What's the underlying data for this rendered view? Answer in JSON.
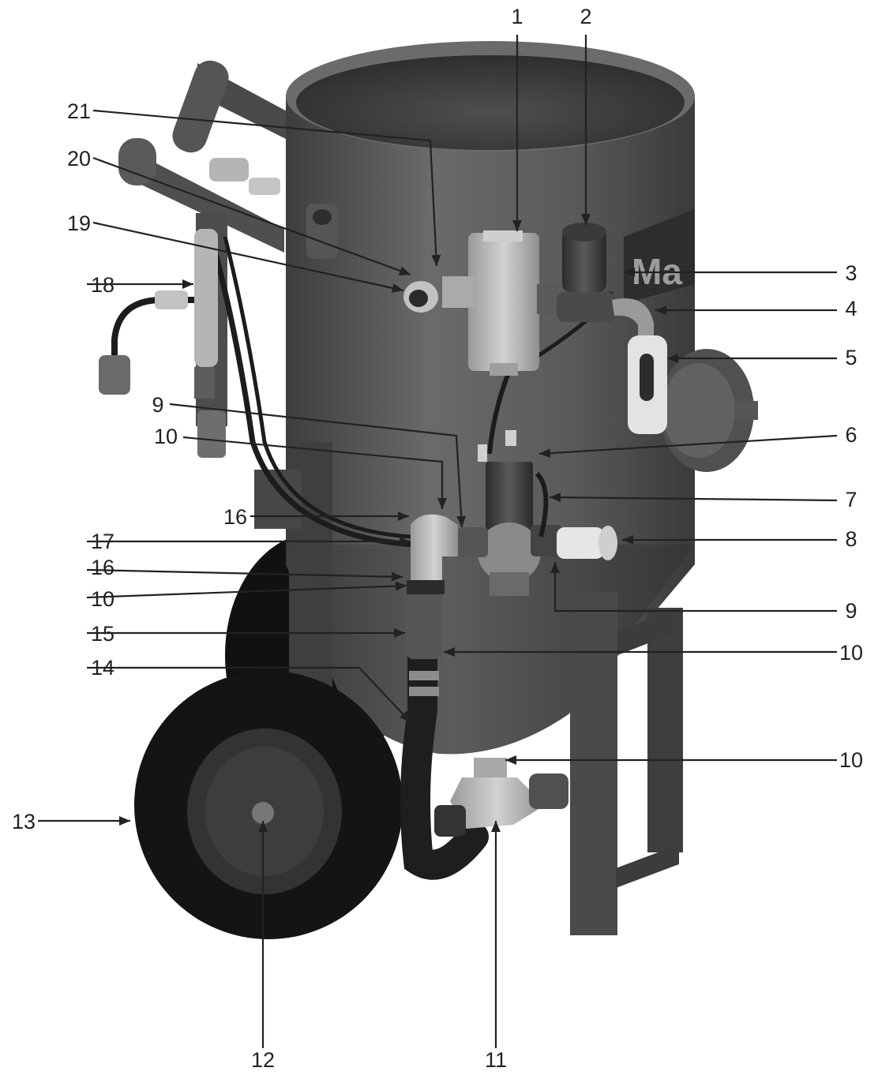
{
  "colors": {
    "body_dark": "#4a4a4a",
    "body_mid": "#5f5f5f",
    "body_light": "#7a7a7a",
    "fitting_light": "#b9b9b9",
    "tire": "#151515",
    "brand_panel": "#2d2d2d",
    "brand_text": "#9c9c9c",
    "line": "#222222"
  },
  "brand_text": "Ma",
  "callouts": [
    {
      "id": "c1",
      "label": "1"
    },
    {
      "id": "c2",
      "label": "2"
    },
    {
      "id": "c3",
      "label": "3"
    },
    {
      "id": "c4",
      "label": "4"
    },
    {
      "id": "c5",
      "label": "5"
    },
    {
      "id": "c6",
      "label": "6"
    },
    {
      "id": "c7",
      "label": "7"
    },
    {
      "id": "c8",
      "label": "8"
    },
    {
      "id": "c9a",
      "label": "9"
    },
    {
      "id": "c9b",
      "label": "9"
    },
    {
      "id": "c10a",
      "label": "10"
    },
    {
      "id": "c10b",
      "label": "10"
    },
    {
      "id": "c10c",
      "label": "10"
    },
    {
      "id": "c10d",
      "label": "10"
    },
    {
      "id": "c11",
      "label": "11"
    },
    {
      "id": "c12",
      "label": "12"
    },
    {
      "id": "c13",
      "label": "13"
    },
    {
      "id": "c14",
      "label": "14"
    },
    {
      "id": "c15",
      "label": "15"
    },
    {
      "id": "c16a",
      "label": "16"
    },
    {
      "id": "c16b",
      "label": "16"
    },
    {
      "id": "c17",
      "label": "17"
    },
    {
      "id": "c18",
      "label": "18"
    },
    {
      "id": "c19",
      "label": "19"
    },
    {
      "id": "c20",
      "label": "20"
    },
    {
      "id": "c21",
      "label": "21"
    }
  ]
}
